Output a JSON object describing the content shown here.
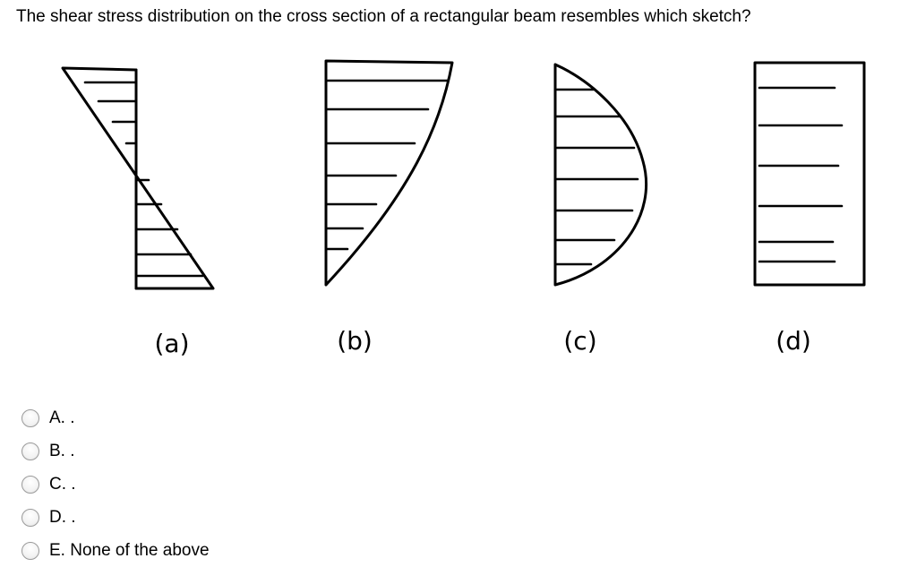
{
  "question": {
    "text": "The shear stress distribution on the cross section of a rectangular beam resembles which sketch?"
  },
  "sketches": [
    {
      "label": "(a)"
    },
    {
      "label": "(b)"
    },
    {
      "label": "(c)"
    },
    {
      "label": "(d)"
    }
  ],
  "options": [
    {
      "label": "A. ."
    },
    {
      "label": "B. ."
    },
    {
      "label": "C. ."
    },
    {
      "label": "D. ."
    },
    {
      "label": "E. None of the above"
    }
  ]
}
